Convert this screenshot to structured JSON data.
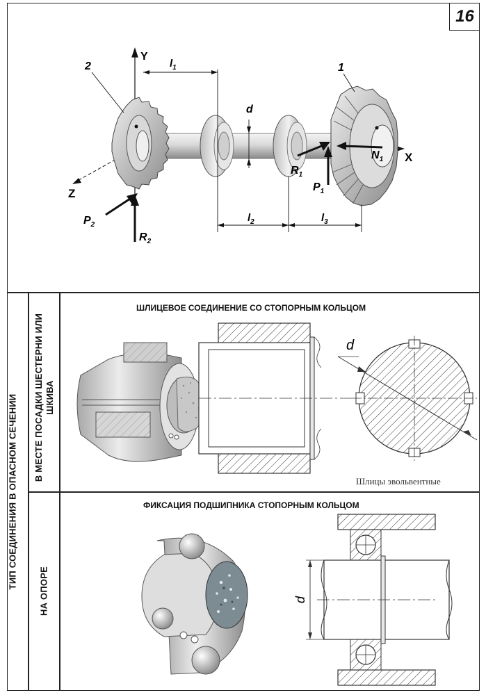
{
  "page_number": "16",
  "left_column": {
    "outer_label": "ТИП СОЕДИНЕНИЯ В ОПАСНОМ СЕЧЕНИИ",
    "upper_label": "В МЕСТЕ ПОСАДКИ ШЕСТЕРНИ ИЛИ ШКИВА",
    "lower_label": "НА ОПОРЕ"
  },
  "shaft_diagram": {
    "gear_labels": [
      "2",
      "1"
    ],
    "axis_labels": {
      "y": "Y",
      "x": "X",
      "z": "Z"
    },
    "dimension_labels": {
      "l1": "l",
      "l1_sub": "1",
      "l2": "l",
      "l2_sub": "2",
      "l3": "l",
      "l3_sub": "3",
      "d": "d"
    },
    "force_labels": {
      "p2": "P",
      "p2_sub": "2",
      "r2": "R",
      "r2_sub": "2",
      "r1": "R",
      "r1_sub": "1",
      "p1": "P",
      "p1_sub": "1",
      "n1": "N",
      "n1_sub": "1"
    }
  },
  "spline_section": {
    "title": "ШЛИЦЕВОЕ СОЕДИНЕНИЕ СО СТОПОРНЫМ КОЛЬЦОМ",
    "d_label": "d",
    "caption": "Шлицы эвольвентные"
  },
  "bearing_section": {
    "title": "ФИКСАЦИЯ ПОДШИПНИКА СТОПОРНЫМ КОЛЬЦОМ",
    "d_label": "d"
  }
}
